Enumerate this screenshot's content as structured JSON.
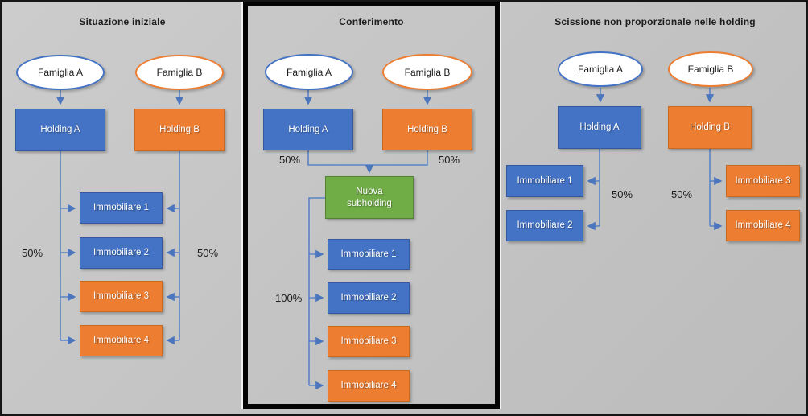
{
  "colors": {
    "accent_blue": "#4472C4",
    "accent_orange": "#ED7D31",
    "accent_green": "#70AD47",
    "connector_blue": "#5B83C6",
    "background_gray": "#C4C4C4",
    "frame_black": "#040404"
  },
  "panels": [
    {
      "title": "Situazione iniziale",
      "family_a": "Famiglia A",
      "family_b": "Famiglia B",
      "holding_a": "Holding A",
      "holding_b": "Holding B",
      "percent_left": "50%",
      "percent_right": "50%",
      "subsidiaries": [
        "Immobiliare 1",
        "Immobiliare 2",
        "Immobiliare 3",
        "Immobiliare 4"
      ]
    },
    {
      "title": "Conferimento",
      "family_a": "Famiglia A",
      "family_b": "Famiglia B",
      "holding_a": "Holding A",
      "holding_b": "Holding B",
      "percent_left": "50%",
      "percent_right": "50%",
      "subholding": "Nuova subholding",
      "percent_subsidiaries": "100%",
      "subsidiaries": [
        "Immobiliare 1",
        "Immobiliare 2",
        "Immobiliare 3",
        "Immobiliare 4"
      ]
    },
    {
      "title": "Scissione non proporzionale nelle holding",
      "family_a": "Famiglia A",
      "family_b": "Famiglia B",
      "holding_a": "Holding A",
      "holding_b": "Holding B",
      "percent_left": "50%",
      "percent_right": "50%",
      "subsidiaries_a": [
        "Immobiliare 1",
        "Immobiliare 2"
      ],
      "subsidiaries_b": [
        "Immobiliare 3",
        "Immobiliare 4"
      ]
    }
  ]
}
